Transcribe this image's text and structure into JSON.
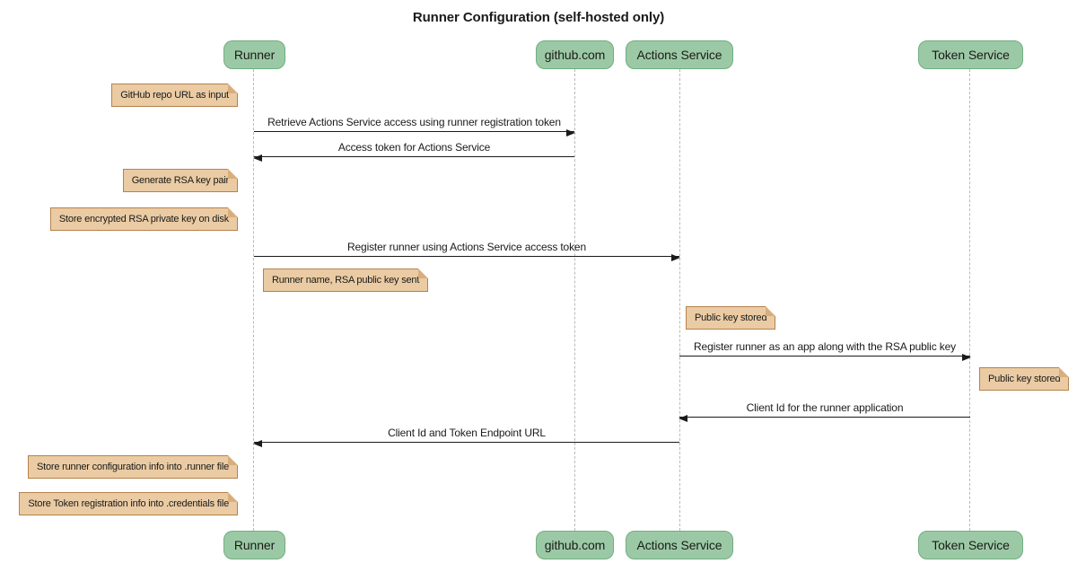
{
  "title": "Runner Configuration (self-hosted only)",
  "participants": [
    {
      "id": "runner",
      "label": "Runner"
    },
    {
      "id": "github",
      "label": "github.com"
    },
    {
      "id": "actions",
      "label": "Actions Service"
    },
    {
      "id": "token",
      "label": "Token Service"
    }
  ],
  "messages": [
    {
      "from": "Runner",
      "to": "github.com",
      "direction": "right",
      "text": "Retrieve Actions Service access using runner registration token"
    },
    {
      "from": "github.com",
      "to": "Runner",
      "direction": "left",
      "text": "Access token for Actions Service"
    },
    {
      "from": "Runner",
      "to": "Actions Service",
      "direction": "right",
      "text": "Register runner using Actions Service access token"
    },
    {
      "from": "Actions Service",
      "to": "Token Service",
      "direction": "right",
      "text": "Register runner as an app along with the RSA public key"
    },
    {
      "from": "Token Service",
      "to": "Actions Service",
      "direction": "left",
      "text": "Client Id for the runner application"
    },
    {
      "from": "Actions Service",
      "to": "Runner",
      "direction": "left",
      "text": "Client Id and Token Endpoint URL"
    }
  ],
  "notes": [
    {
      "anchor": "left of Runner",
      "text": "GitHub repo URL as input"
    },
    {
      "anchor": "left of Runner",
      "text": "Generate RSA key pair"
    },
    {
      "anchor": "left of Runner",
      "text": "Store encrypted RSA private key on disk"
    },
    {
      "anchor": "right of Runner",
      "text": "Runner name, RSA public key sent"
    },
    {
      "anchor": "right of Actions Service",
      "text": "Public key stored"
    },
    {
      "anchor": "right of Token Service",
      "text": "Public key stored"
    },
    {
      "anchor": "left of Runner",
      "text": "Store runner configuration info into .runner file"
    },
    {
      "anchor": "left of Runner",
      "text": "Store Token registration info into .credentials file"
    }
  ],
  "colors": {
    "participant_fill": "#9CC9A5",
    "participant_border": "#6FAE80",
    "note_fill": "#EACBA3",
    "note_border": "#B5824F",
    "note_fold": "#D9AE7D",
    "lifeline": "#B9B9B9",
    "arrow": "#1A1A1A",
    "text": "#1A1A1A"
  }
}
